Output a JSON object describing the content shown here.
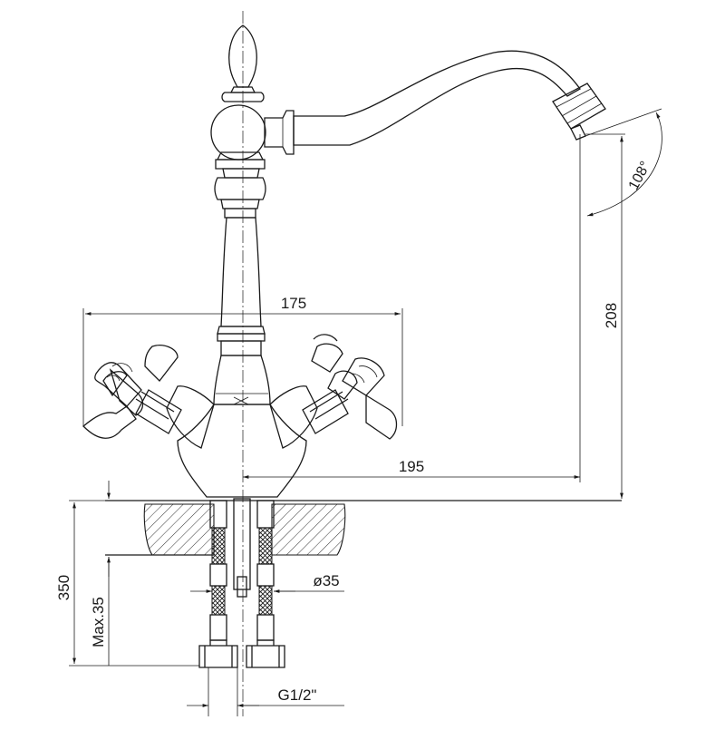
{
  "drawing": {
    "dimensions": {
      "width_top": "175",
      "reach": "195",
      "height": "208",
      "angle": "108°",
      "depth": "350",
      "max_counter": "Max.35",
      "hole_diameter": "ø35",
      "thread": "G1/2\""
    }
  }
}
